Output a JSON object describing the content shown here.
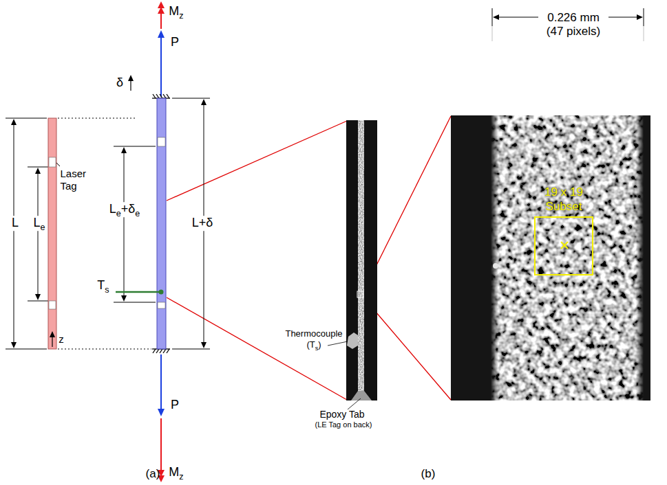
{
  "diagram": {
    "nodes": [
      {
        "text": [
          "19 x 19 Subset"
        ]
      }
    ],
    "labels": [
      "Mz",
      "P",
      "δ",
      "L",
      "Laser Tag",
      "Le",
      "Le+δe",
      "L+δ",
      "Ts",
      "z",
      "P",
      "Mz",
      "Thermocouple (Ts)",
      "Epoxy Tab",
      "(LE Tag on back)",
      "0.226 mm (47 pixels)",
      "(a)",
      "(b)"
    ]
  }
}
